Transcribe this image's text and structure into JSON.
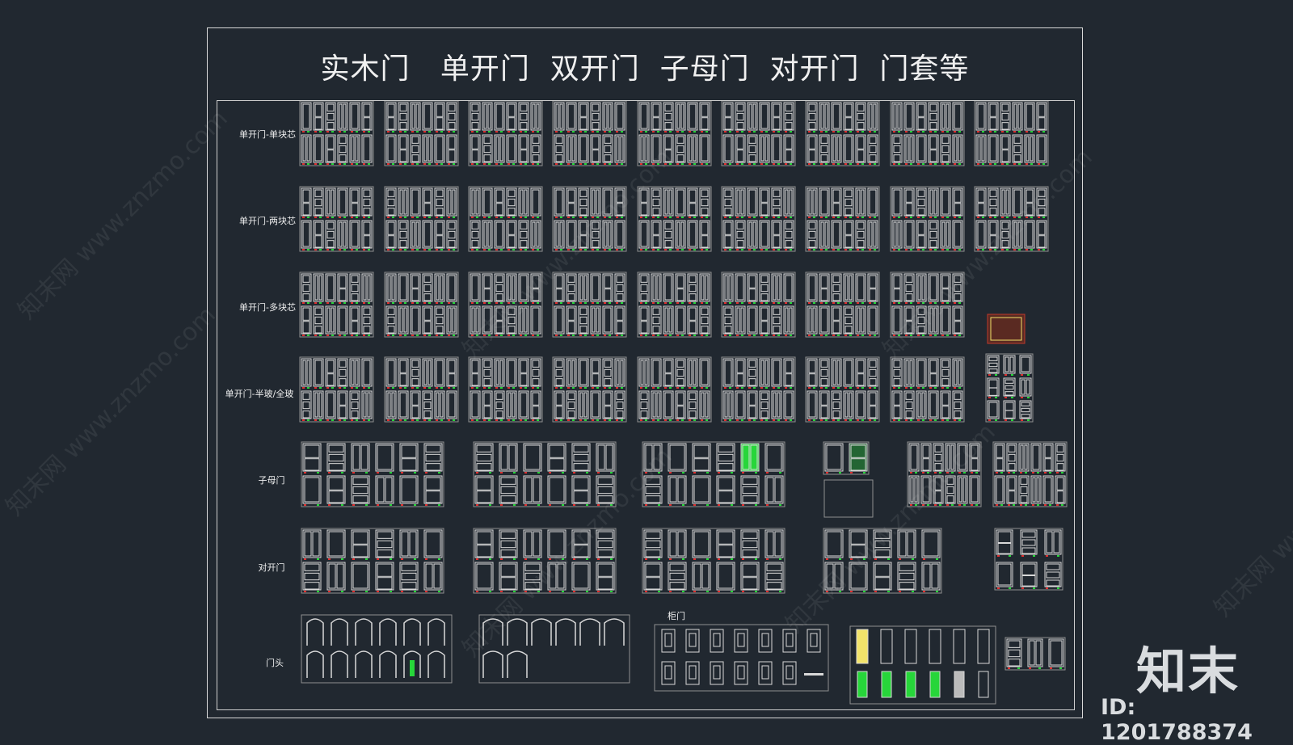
{
  "title": "实木门   单开门  双开门  子母门  对开门  门套等",
  "row_labels": [
    "单开门-单块芯",
    "单开门-两块芯",
    "单开门-多块芯",
    "单开门-半玻/全玻",
    "子母门",
    "对开门",
    "门头"
  ],
  "cabinet_label": "柜门",
  "watermark_text": "知末网 www.znzmo.com",
  "logo_text": "知末",
  "id_text": "ID: 1201788374",
  "colors": {
    "background": "#212830",
    "line": "#d9d9d9",
    "green_accent": "#27d63a",
    "red_marker": "#e03030",
    "yellow_panel": "#f2e36a"
  }
}
